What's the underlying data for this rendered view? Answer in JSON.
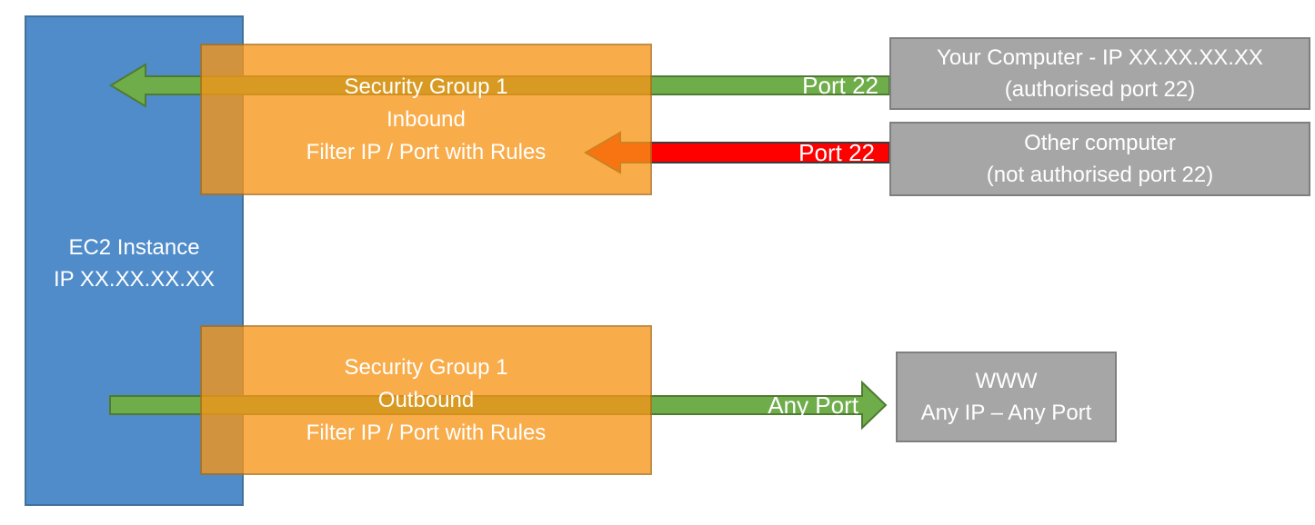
{
  "colors": {
    "blue-fill": "#4F8CC9",
    "blue-border": "#41719C",
    "orange-fill": "#F79518",
    "orange-border": "#B26E14",
    "green-fill": "#6FAD4B",
    "green-border": "#4F7B31",
    "red-fill": "#FF0000",
    "red-border": "#3C3C3C",
    "gray-fill": "#A6A6A6",
    "gray-border": "#7F7F7F",
    "text": "#FFFFFF"
  },
  "ec2": {
    "name": "EC2 Instance",
    "ip": "IP XX.XX.XX.XX"
  },
  "inbound_group": {
    "title": "Security Group 1",
    "direction": "Inbound",
    "rule": "Filter IP / Port with Rules"
  },
  "outbound_group": {
    "title": "Security Group 1",
    "direction": "Outbound",
    "rule": "Filter IP / Port with Rules"
  },
  "your_computer": {
    "title": "Your Computer - IP XX.XX.XX.XX",
    "subtitle": "(authorised port 22)"
  },
  "other_computer": {
    "title": "Other computer",
    "subtitle": "(not authorised port 22)"
  },
  "www": {
    "title": "WWW",
    "subtitle": "Any IP – Any Port"
  },
  "arrows": {
    "inbound_allowed_label": "Port 22",
    "inbound_blocked_label": "Port 22",
    "outbound_label": "Any Port"
  }
}
